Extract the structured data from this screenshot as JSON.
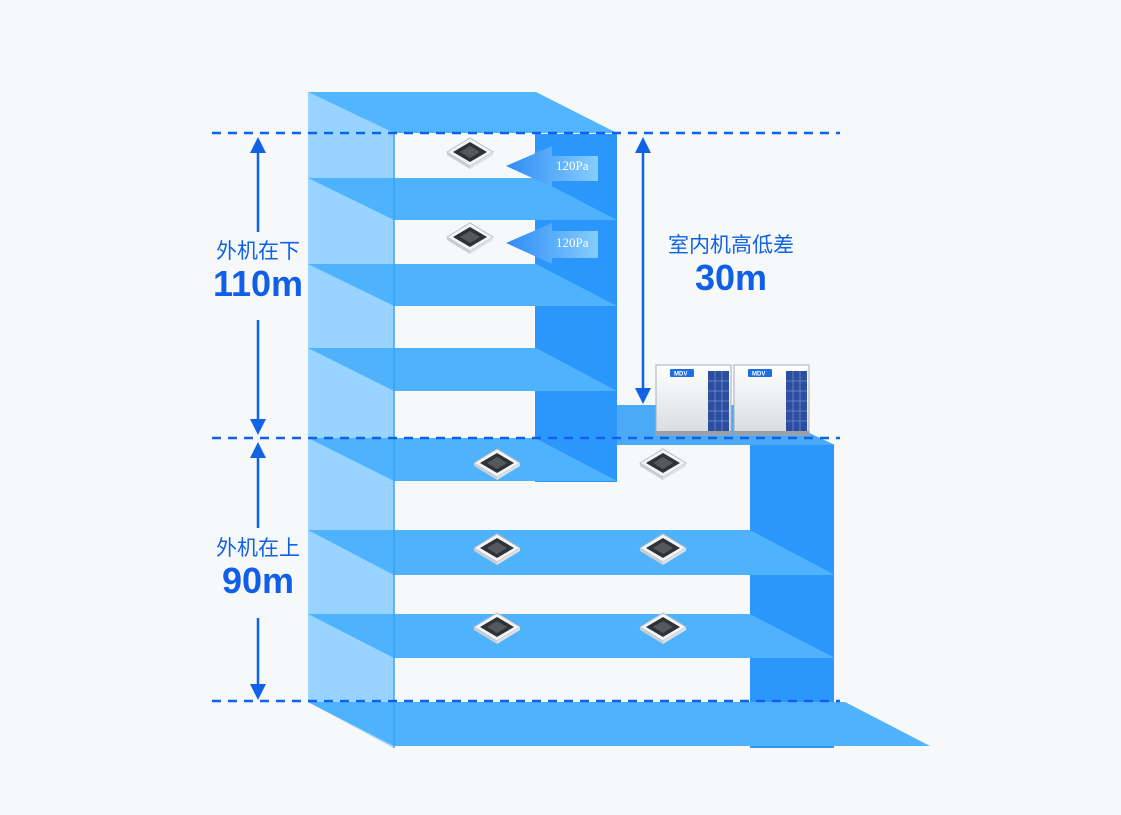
{
  "labels": {
    "outdoor_below": {
      "caption": "外机在下",
      "value": "110m"
    },
    "outdoor_above": {
      "caption": "外机在上",
      "value": "90m"
    },
    "indoor_diff": {
      "caption": "室内机高低差",
      "value": "30m"
    }
  },
  "pressure_tag": "120Pa",
  "brand_badge": "MDV",
  "colors": {
    "accent": "#1163e6",
    "floor": "#53b8ff",
    "wall_face": "#2b96fb",
    "wall_side": "#8fd0ff"
  }
}
